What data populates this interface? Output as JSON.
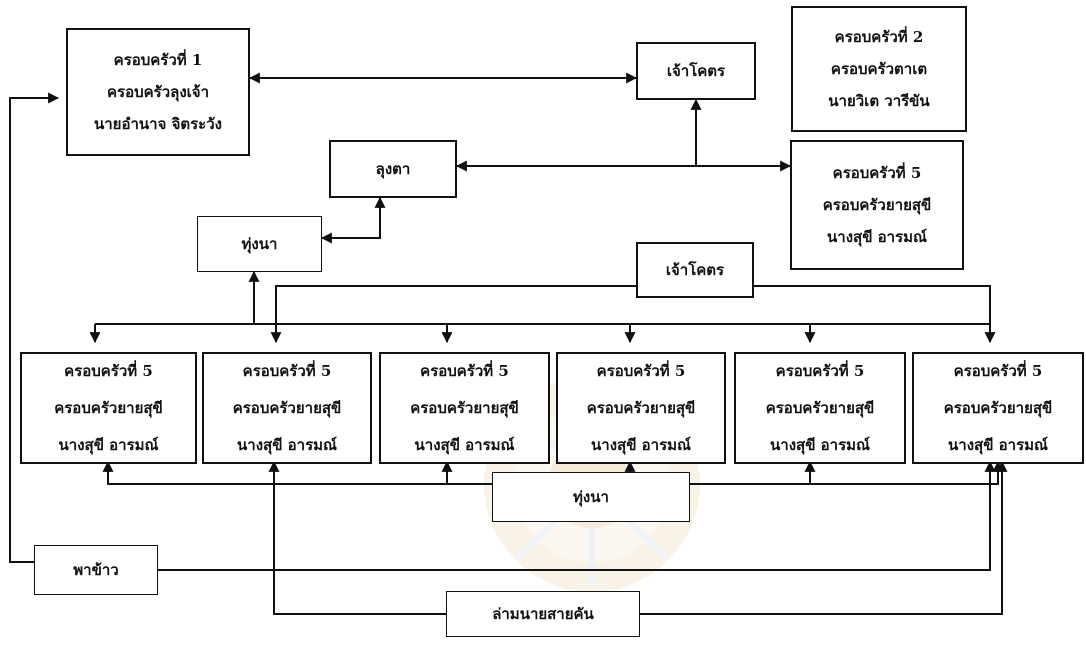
{
  "boxes": {
    "family1": {
      "lines": [
        "ครอบครัวที่ 1",
        "ครอบครัวลุงเจ้า",
        "นายอำนาจ จิตระวัง"
      ]
    },
    "jaokot_top": {
      "label": "เจ้าโคตร"
    },
    "family2": {
      "lines": [
        "ครอบครัวที่ 2",
        "ครอบครัวตาเต",
        "นายวิเต วารีขัน"
      ]
    },
    "lungta": {
      "label": "ลุงตา"
    },
    "family5_top": {
      "lines": [
        "ครอบครัวที่ 5",
        "ครอบครัวยายสุขี",
        "นางสุขี อารมณ์"
      ]
    },
    "thungna_top": {
      "label": "ทุ่งนา"
    },
    "jaokot_mid": {
      "label": "เจ้าโคตร"
    },
    "row": [
      {
        "lines": [
          "ครอบครัวที่ 5",
          "ครอบครัวยายสุขี",
          "นางสุขี อารมณ์"
        ]
      },
      {
        "lines": [
          "ครอบครัวที่ 5",
          "ครอบครัวยายสุขี",
          "นางสุขี อารมณ์"
        ]
      },
      {
        "lines": [
          "ครอบครัวที่ 5",
          "ครอบครัวยายสุขี",
          "นางสุขี อารมณ์"
        ]
      },
      {
        "lines": [
          "ครอบครัวที่ 5",
          "ครอบครัวยายสุขี",
          "นางสุขี อารมณ์"
        ]
      },
      {
        "lines": [
          "ครอบครัวที่ 5",
          "ครอบครัวยายสุขี",
          "นางสุขี อารมณ์"
        ]
      },
      {
        "lines": [
          "ครอบครัวที่ 5",
          "ครอบครัวยายสุขี",
          "นางสุขี อารมณ์"
        ]
      }
    ],
    "thungna_bottom": {
      "label": "ทุ่งนา"
    },
    "phakhao": {
      "label": "พาข้าว"
    },
    "lam": {
      "label": "ล่ามนายสายคัน"
    }
  },
  "colors": {
    "line": "#111111",
    "seal": "#f4e9d4",
    "seal_blue": "#e3eaf4"
  }
}
